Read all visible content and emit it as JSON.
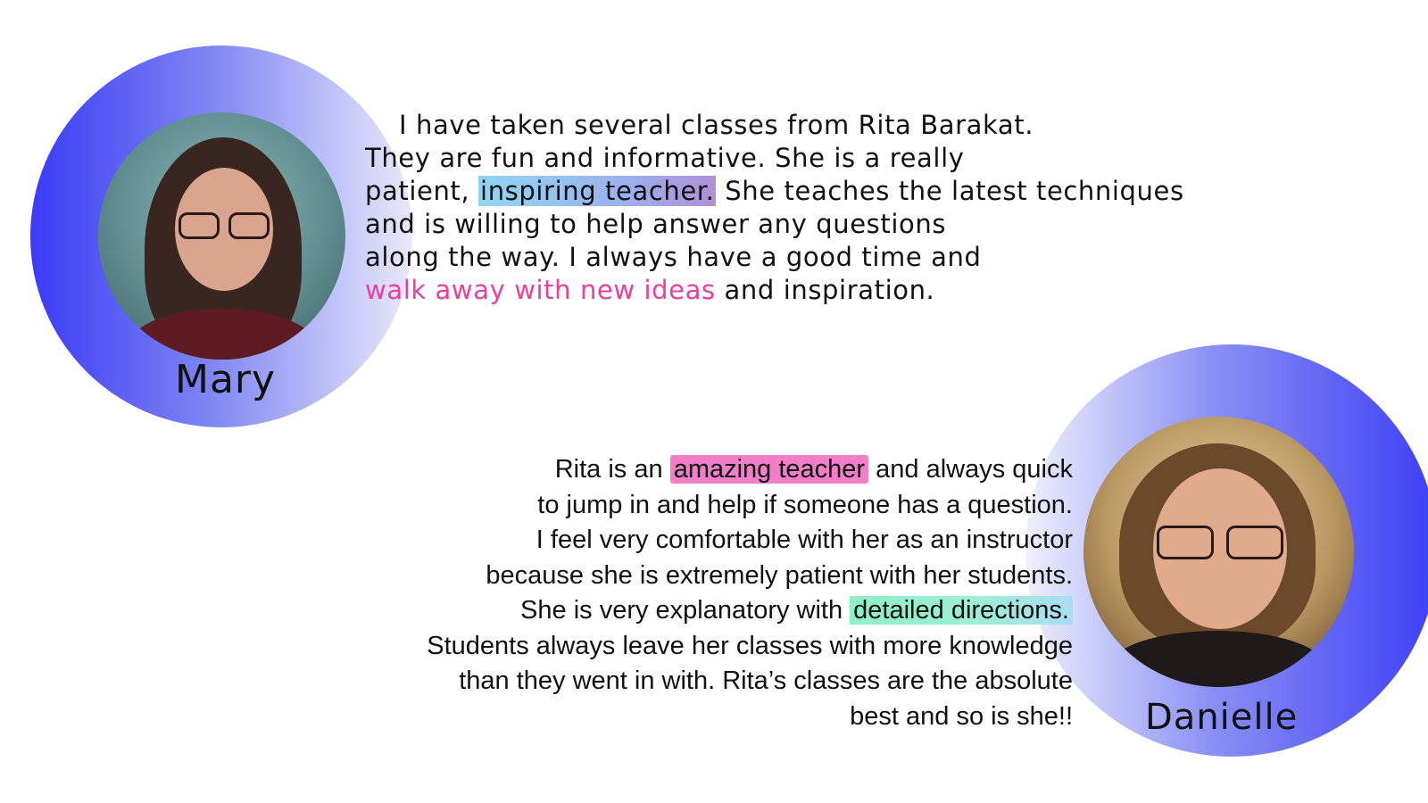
{
  "testimonials": [
    {
      "name": "Mary",
      "photo_icon": "person-portrait-icon",
      "lines": [
        {
          "parts": [
            {
              "text": "I have taken several classes from Rita Barakat."
            }
          ]
        },
        {
          "parts": [
            {
              "text": "They are fun and informative. She is a really"
            }
          ]
        },
        {
          "parts": [
            {
              "text": "patient, "
            },
            {
              "text": "inspiring teacher.",
              "highlight": "gradient"
            },
            {
              "text": " She teaches the latest techniques"
            }
          ]
        },
        {
          "parts": [
            {
              "text": "and is willing to help answer any questions"
            }
          ]
        },
        {
          "parts": [
            {
              "text": "along the way. I always have a good time and"
            }
          ]
        },
        {
          "parts": [
            {
              "text": "walk away with new ideas",
              "highlight": "pink-text"
            },
            {
              "text": " and inspiration."
            }
          ]
        }
      ]
    },
    {
      "name": "Danielle",
      "photo_icon": "person-portrait-icon",
      "lines": [
        {
          "parts": [
            {
              "text": "Rita is an "
            },
            {
              "text": "amazing teacher",
              "highlight": "pink"
            },
            {
              "text": " and always quick"
            }
          ]
        },
        {
          "parts": [
            {
              "text": "to jump in and help if someone has a question."
            }
          ]
        },
        {
          "parts": [
            {
              "text": "I feel very comfortable with her as an instructor"
            }
          ]
        },
        {
          "parts": [
            {
              "text": "because she is extremely patient with her students."
            }
          ]
        },
        {
          "parts": [
            {
              "text": "She is very explanatory with "
            },
            {
              "text": "detailed directions.",
              "highlight": "teal"
            }
          ]
        },
        {
          "parts": [
            {
              "text": "Students always leave her classes with more knowledge"
            }
          ]
        },
        {
          "parts": [
            {
              "text": "than they went in with. Rita’s classes are the absolute"
            }
          ]
        },
        {
          "parts": [
            {
              "text": "best and so is she!!"
            }
          ]
        }
      ]
    }
  ],
  "colors": {
    "ring_blue": "#3b3bf6",
    "ring_light": "#e8e9fb",
    "highlight_pink": "#f07fc7",
    "highlight_pink_text": "#ec3f9d",
    "highlight_teal": "#8ff0c8",
    "highlight_gradient_start": "#8fd6f2",
    "highlight_gradient_end": "#b08fd6"
  }
}
